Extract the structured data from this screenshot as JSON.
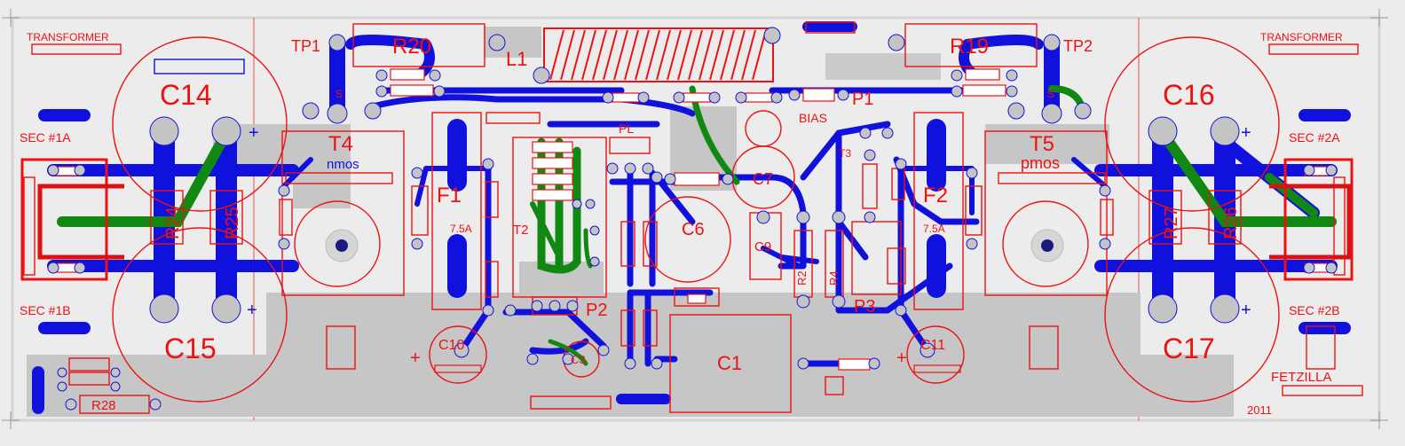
{
  "colors": {
    "background": "#ececec",
    "board_outline": "#d8d8d8",
    "silkscreen": "#ee1111",
    "copper_top": "#1111dd",
    "copper_bottom": "#118811",
    "ground_pour": "#c6c6c6",
    "pad": "#c4c4c4",
    "via": "#1a1a80"
  },
  "labels": {
    "transformer_left": "TRANSFORMER",
    "transformer_right": "TRANSFORMER",
    "sec_1a": "SEC #1A",
    "sec_1b": "SEC #1B",
    "sec_2a": "SEC #2A",
    "sec_2b": "SEC #2B",
    "c14": "C14",
    "c15": "C15",
    "c16": "C16",
    "c17": "C17",
    "r24": "R24",
    "r25": "R25",
    "r26": "R26",
    "r27": "R27",
    "r28": "R28",
    "tp1": "TP1",
    "tp2": "TP2",
    "r20": "R20",
    "r19": "R19",
    "l1": "L1",
    "p1": "P1",
    "p2": "P2",
    "p3": "P3",
    "bias": "BIAS",
    "pl": "PL",
    "t4": "T4",
    "t5": "T5",
    "t4_sub": "nmos",
    "t5_sub": "pmos",
    "t2": "T2",
    "t3": "T3",
    "f1": "F1",
    "f2": "F2",
    "f1_rating": "7.5A",
    "f2_rating": "7.5A",
    "c1": "C1",
    "c3": "C3",
    "c6": "C6",
    "c7": "C7",
    "c9": "C9",
    "c10": "C10",
    "c11": "C11",
    "r2": "R2",
    "r4": "R4",
    "s_left": "S",
    "s_right": "S",
    "plus": "+",
    "brand": "FETZILLA",
    "year": "2011"
  }
}
